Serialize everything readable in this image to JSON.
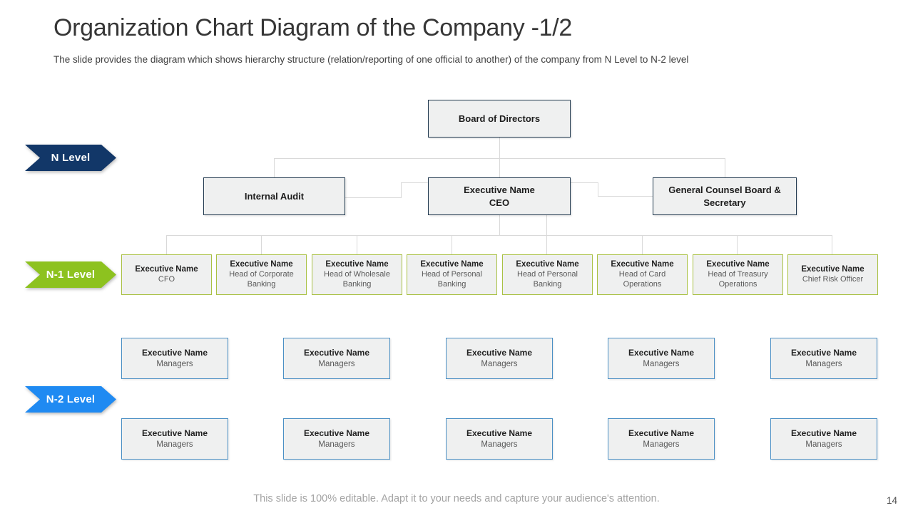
{
  "slide": {
    "title": "Organization Chart Diagram of the Company -1/2",
    "subtitle": "The slide provides the diagram which shows hierarchy structure (relation/reporting of one official to another) of the company from N Level to N-2 level",
    "footer": "This slide is 100% editable. Adapt it to your needs and capture your audience's attention.",
    "page_number": "14"
  },
  "levels": [
    {
      "label": "N Level",
      "color": "#123768"
    },
    {
      "label": "N-1 Level",
      "color": "#8dc21f"
    },
    {
      "label": "N-2 Level",
      "color": "#1f8af2"
    }
  ],
  "org": {
    "root": {
      "title": "Board of Directors"
    },
    "n_level": {
      "internal_audit": {
        "title": "Internal Audit"
      },
      "ceo": {
        "name": "Executive Name",
        "role": "CEO"
      },
      "general_counsel": {
        "title": "General Counsel Board & Secretary"
      }
    },
    "n1_level": [
      {
        "name": "Executive Name",
        "role": "CFO"
      },
      {
        "name": "Executive Name",
        "role": "Head of Corporate Banking"
      },
      {
        "name": "Executive Name",
        "role": "Head of Wholesale Banking"
      },
      {
        "name": "Executive Name",
        "role": "Head of Personal Banking"
      },
      {
        "name": "Executive Name",
        "role": "Head of Personal Banking"
      },
      {
        "name": "Executive Name",
        "role": "Head of Card Operations"
      },
      {
        "name": "Executive Name",
        "role": "Head of Treasury Operations"
      },
      {
        "name": "Executive Name",
        "role": "Chief Risk Officer"
      }
    ],
    "n2_level": [
      [
        {
          "name": "Executive Name",
          "role": "Managers"
        },
        {
          "name": "Executive Name",
          "role": "Managers"
        },
        {
          "name": "Executive Name",
          "role": "Managers"
        },
        {
          "name": "Executive Name",
          "role": "Managers"
        },
        {
          "name": "Executive Name",
          "role": "Managers"
        }
      ],
      [
        {
          "name": "Executive Name",
          "role": "Managers"
        },
        {
          "name": "Executive Name",
          "role": "Managers"
        },
        {
          "name": "Executive Name",
          "role": "Managers"
        },
        {
          "name": "Executive Name",
          "role": "Managers"
        },
        {
          "name": "Executive Name",
          "role": "Managers"
        }
      ]
    ]
  },
  "colors": {
    "navy_border": "#21394f",
    "green_border": "#a9c143",
    "blue_border": "#4a8fc4",
    "node_fill": "#eff0f0",
    "connector": "#d9d9d9"
  }
}
